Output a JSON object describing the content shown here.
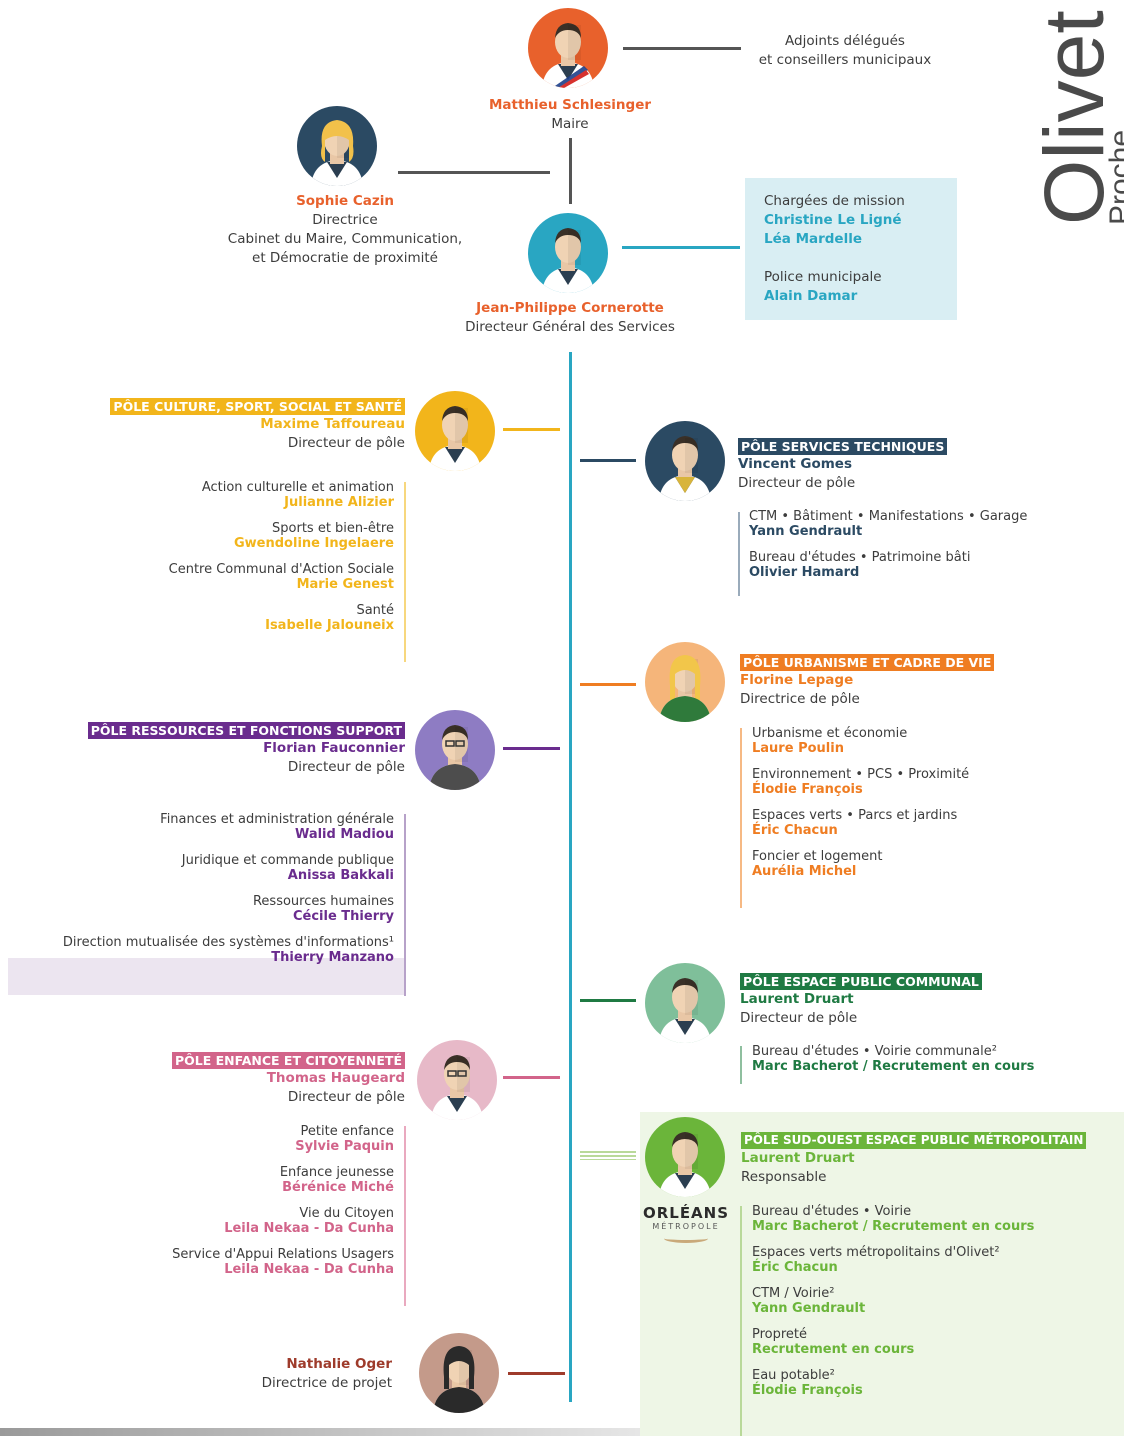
{
  "brand": {
    "name": "Olivet",
    "tagline": "Proche de vous"
  },
  "colors": {
    "trunk": "#29a6c2",
    "mayor": "#e8612c",
    "culture": "#f2b51b",
    "tech": "#2b4a63",
    "resources": "#6a2c8e",
    "urban": "#ef7d22",
    "childhood": "#d2648a",
    "public": "#1f7a43",
    "metro": "#6bb53a",
    "project": "#9e3b2b",
    "dgs_box": "#d9eef3",
    "metro_bg": "#eef6e6"
  },
  "mayor": {
    "name": "Matthieu Schlesinger",
    "role": "Maire",
    "side_note_line1": "Adjoints délégués",
    "side_note_line2": "et conseillers municipaux"
  },
  "cabinet": {
    "name": "Sophie Cazin",
    "role": "Directrice",
    "line2": "Cabinet du Maire, Communication,",
    "line3": "et Démocratie de proximité"
  },
  "dgs": {
    "name": "Jean-Philippe Cornerotte",
    "role": "Directeur Général des Services"
  },
  "mission_box": {
    "title": "Chargées de mission",
    "person1": "Christine Le Ligné",
    "person2": "Léa Mardelle",
    "police_title": "Police municipale",
    "police_person": "Alain Damar"
  },
  "culture": {
    "badge": "PÔLE CULTURE, SPORT, SOCIAL ET SANTÉ",
    "head": "Maxime Taffoureau",
    "role": "Directeur de pôle",
    "items": [
      {
        "label": "Action culturelle et animation",
        "name": "Julianne Alizier"
      },
      {
        "label": "Sports et bien-être",
        "name": "Gwendoline Ingelaere"
      },
      {
        "label": "Centre Communal d'Action Sociale",
        "name": "Marie Genest"
      },
      {
        "label": "Santé",
        "name": "Isabelle Jalouneix"
      }
    ]
  },
  "tech": {
    "badge": "PÔLE SERVICES TECHNIQUES",
    "head": "Vincent Gomes",
    "role": "Directeur de pôle",
    "items": [
      {
        "label": "CTM • Bâtiment • Manifestations • Garage",
        "name": "Yann Gendrault"
      },
      {
        "label": "Bureau d'études • Patrimoine bâti",
        "name": "Olivier Hamard"
      }
    ]
  },
  "urban": {
    "badge": "PÔLE URBANISME ET CADRE DE VIE",
    "head": "Florine Lepage",
    "role": "Directrice de pôle",
    "items": [
      {
        "label": "Urbanisme et économie",
        "name": "Laure Poulin"
      },
      {
        "label": "Environnement • PCS • Proximité",
        "name": "Élodie François"
      },
      {
        "label": "Espaces verts • Parcs et jardins",
        "name": "Éric Chacun"
      },
      {
        "label": "Foncier et logement",
        "name": "Aurélia Michel"
      }
    ]
  },
  "resources": {
    "badge": "PÔLE RESSOURCES ET FONCTIONS SUPPORT",
    "head": "Florian Fauconnier",
    "role": "Directeur de pôle",
    "items": [
      {
        "label": "Finances et administration générale",
        "name": "Walid Madiou"
      },
      {
        "label": "Juridique et commande publique",
        "name": "Anissa Bakkali"
      },
      {
        "label": "Ressources humaines",
        "name": "Cécile Thierry"
      },
      {
        "label": "Direction mutualisée des systèmes d'informations¹",
        "name": "Thierry Manzano"
      }
    ]
  },
  "public": {
    "badge": "PÔLE ESPACE PUBLIC COMMUNAL",
    "head": "Laurent Druart",
    "role": "Directeur de pôle",
    "items": [
      {
        "label": "Bureau d'études • Voirie communale²",
        "name": "Marc Bacherot / Recrutement en cours"
      }
    ]
  },
  "childhood": {
    "badge": "PÔLE ENFANCE ET CITOYENNETÉ",
    "head": "Thomas Haugeard",
    "role": "Directeur de pôle",
    "items": [
      {
        "label": "Petite enfance",
        "name": "Sylvie Paquin"
      },
      {
        "label": "Enfance jeunesse",
        "name": "Bérénice Miché"
      },
      {
        "label": "Vie du Citoyen",
        "name": "Leila Nekaa - Da Cunha"
      },
      {
        "label": "Service d'Appui Relations Usagers",
        "name": "Leila Nekaa - Da Cunha"
      }
    ]
  },
  "metro": {
    "badge": "PÔLE SUD-OUEST ESPACE PUBLIC MÉTROPOLITAIN",
    "head": "Laurent Druart",
    "role": "Responsable",
    "logo_line1": "ORLÉANS",
    "logo_line2": "MÉTROPOLE",
    "items": [
      {
        "label": "Bureau d'études • Voirie",
        "name": "Marc Bacherot / Recrutement en cours"
      },
      {
        "label": "Espaces verts métropolitains d'Olivet²",
        "name": "Éric Chacun"
      },
      {
        "label": "CTM / Voirie²",
        "name": "Yann Gendrault"
      },
      {
        "label": "Propreté",
        "name": "Recrutement en cours"
      },
      {
        "label": "Eau potable²",
        "name": "Élodie François"
      }
    ]
  },
  "project": {
    "name": "Nathalie Oger",
    "role": "Directrice de projet"
  }
}
